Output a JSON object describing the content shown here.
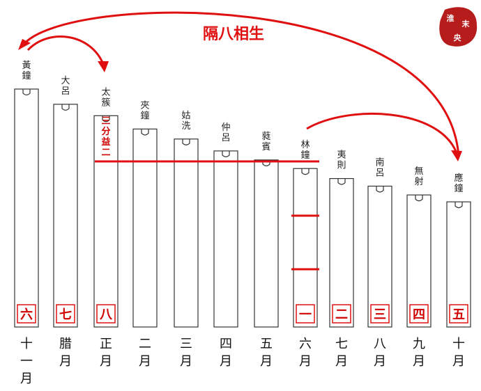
{
  "title": "隔八相生",
  "annotation": "三分益二",
  "seal_text": [
    "淮",
    "末",
    "央"
  ],
  "pipes": [
    {
      "name": [
        "黃",
        "鐘"
      ],
      "number": "六",
      "month": [
        "十",
        "一",
        "月"
      ],
      "length": 1.0
    },
    {
      "name": [
        "大",
        "呂"
      ],
      "number": "七",
      "month": [
        "腊",
        "月"
      ],
      "length": 0.936
    },
    {
      "name": [
        "太",
        "簇"
      ],
      "number": "八",
      "month": [
        "正",
        "月"
      ],
      "length": 0.888
    },
    {
      "name": [
        "夾",
        "鐘"
      ],
      "number": "",
      "month": [
        "二",
        "月"
      ],
      "length": 0.832
    },
    {
      "name": [
        "姑",
        "洗"
      ],
      "number": "",
      "month": [
        "三",
        "月"
      ],
      "length": 0.79
    },
    {
      "name": [
        "仲",
        "呂"
      ],
      "number": "",
      "month": [
        "四",
        "月"
      ],
      "length": 0.74
    },
    {
      "name": [
        "蕤",
        "賓"
      ],
      "number": "",
      "month": [
        "五",
        "月"
      ],
      "length": 0.702
    },
    {
      "name": [
        "林",
        "鐘"
      ],
      "number": "一",
      "month": [
        "六",
        "月"
      ],
      "length": 0.666
    },
    {
      "name": [
        "夷",
        "則"
      ],
      "number": "二",
      "month": [
        "七",
        "月"
      ],
      "length": 0.624
    },
    {
      "name": [
        "南",
        "呂"
      ],
      "number": "三",
      "month": [
        "八",
        "月"
      ],
      "length": 0.592
    },
    {
      "name": [
        "無",
        "射"
      ],
      "number": "四",
      "month": [
        "九",
        "月"
      ],
      "length": 0.555
    },
    {
      "name": [
        "應",
        "鐘"
      ],
      "number": "五",
      "month": [
        "十",
        "月"
      ],
      "length": 0.526
    }
  ],
  "colors": {
    "accent": "#e01010",
    "tube_stroke": "#333333",
    "seal": "#b71c1c"
  }
}
